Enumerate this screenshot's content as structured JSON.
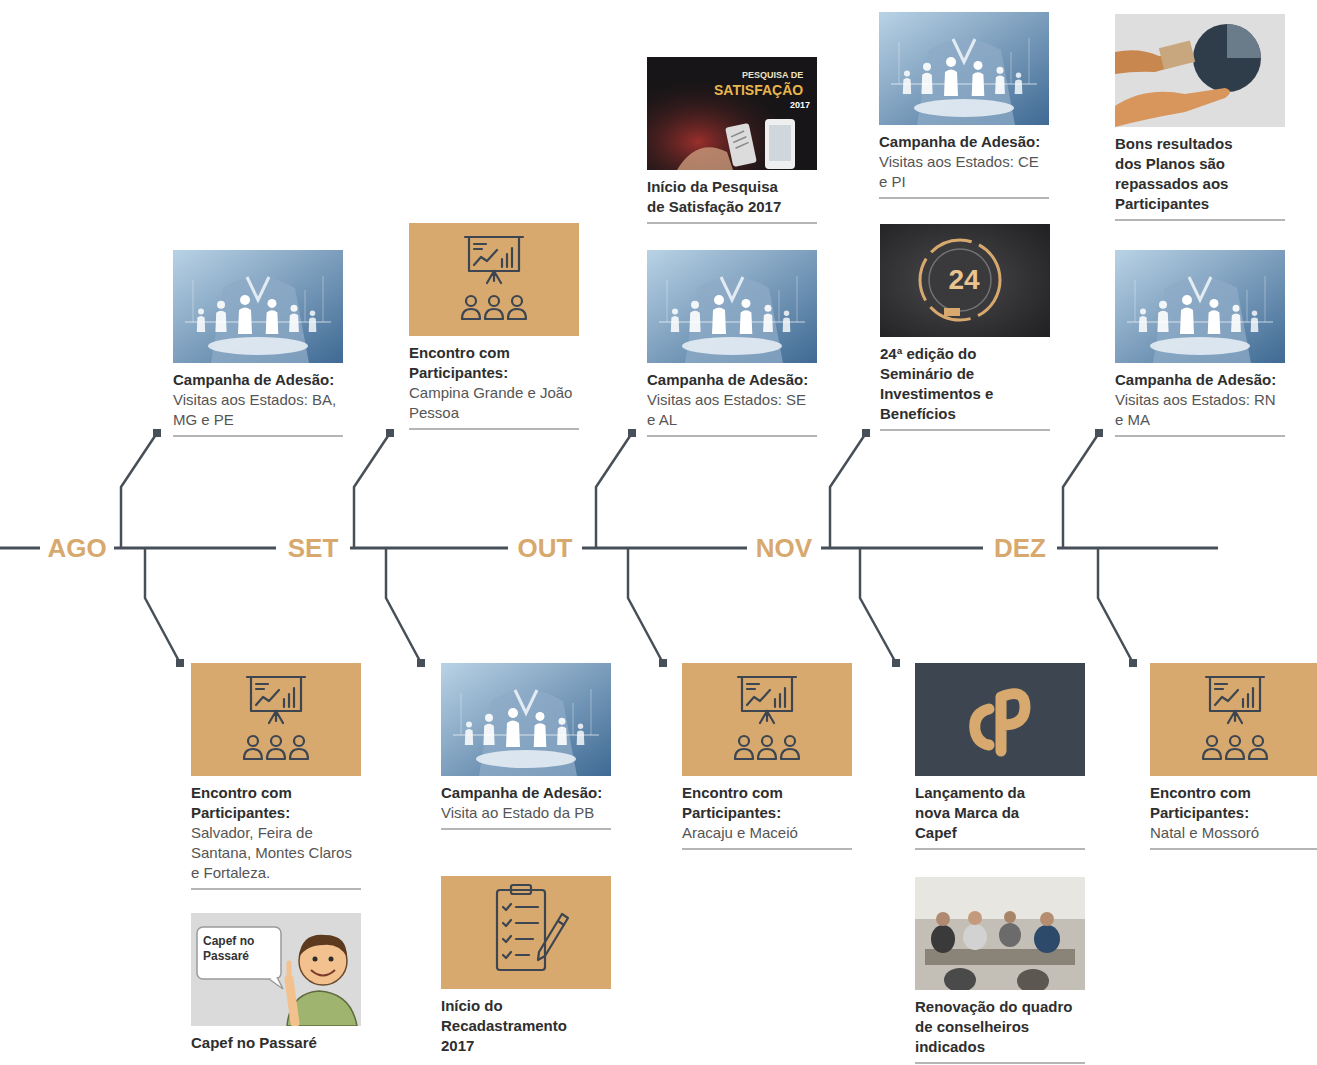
{
  "diagram": {
    "nodes": [
      {
        "text": [
          "Campanha de Adesão:",
          "Visitas aos Estados: BA, MG e PE"
        ]
      },
      {
        "text": [
          "Encontro com Participantes:",
          "Salvador, Feira de Santana, Montes Claros e Fortaleza."
        ]
      },
      {
        "text": [
          "Capef no Passaré"
        ]
      },
      {
        "text": [
          "Encontro com Participantes:",
          "Campina Grande e João Pessoa"
        ]
      },
      {
        "text": [
          "Campanha de Adesão:",
          "Visita ao Estado da PB"
        ]
      },
      {
        "text": [
          "Início do Recadastramento 2017"
        ]
      },
      {
        "text": [
          "Início da Pesquisa de Satisfação 2017"
        ]
      },
      {
        "text": [
          "Campanha de Adesão:",
          "Visitas aos Estados: SE e AL"
        ]
      },
      {
        "text": [
          "Encontro com Participantes:",
          "Aracaju e Maceió"
        ]
      },
      {
        "text": [
          "Campanha de Adesão:",
          "Visitas aos Estados: CE e PI"
        ]
      },
      {
        "text": [
          "24ª edição do Seminário de Investimentos e Benefícios"
        ]
      },
      {
        "text": [
          "Lançamento da nova Marca da Capef"
        ]
      },
      {
        "text": [
          "Renovação do quadro de conselheiros indicados"
        ]
      },
      {
        "text": [
          "Bons resultados dos Planos são repassados aos Participantes"
        ]
      },
      {
        "text": [
          "Campanha de Adesão:",
          "Visitas aos Estados: RN e MA"
        ]
      },
      {
        "text": [
          "Encontro com Participantes:",
          "Natal e Mossoró"
        ]
      }
    ],
    "labels": [
      "AGO",
      "SET",
      "OUT",
      "NOV",
      "DEZ",
      "PESQUISA DE",
      "SATISFAÇÃO",
      "2017",
      "24",
      "Capef no Passaré"
    ]
  }
}
